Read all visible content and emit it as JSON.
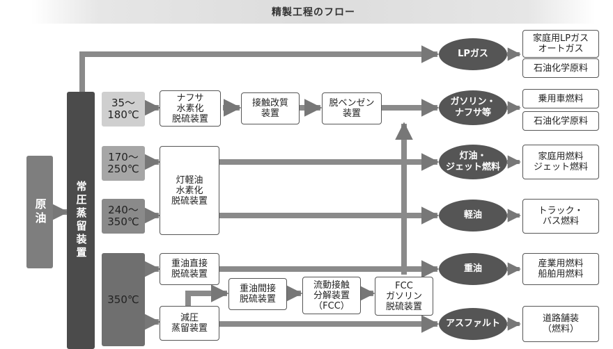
{
  "title": "精製工程のフロー",
  "crude": "原油",
  "distiller": "常圧蒸留装置",
  "fractions": [
    "35〜\n180℃",
    "170〜\n250℃",
    "240〜\n350℃",
    "350℃"
  ],
  "units": {
    "naphtha_hds": "ナフサ\n水素化\n脱硫装置",
    "reformer": "接触改質\n装置",
    "debenzene": "脱ベンゼン\n装置",
    "kerosene_hds": "灯軽油\n水素化\n脱硫装置",
    "heavy_direct_hds": "重油直接\n脱硫装置",
    "vacuum": "減圧\n蒸留装置",
    "heavy_indirect_hds": "重油間接\n脱硫装置",
    "fcc": "流動接触\n分解装置\n（FCC）",
    "fcc_gasoline_hds": "FCC\nガソリン\n脱硫装置"
  },
  "products": [
    "LPガス",
    "ガソリン・\nナフサ等",
    "灯油・\nジェット燃料",
    "軽油",
    "重油",
    "アスファルト"
  ],
  "uses": [
    "家庭用LPガス\nオートガス",
    "石油化学原料",
    "乗用車燃料",
    "石油化学原料",
    "家庭用燃料\nジェット燃料",
    "トラック・\nバス燃料",
    "産業用燃料\n船舶用燃料",
    "道路舗装\n（燃料）"
  ]
}
